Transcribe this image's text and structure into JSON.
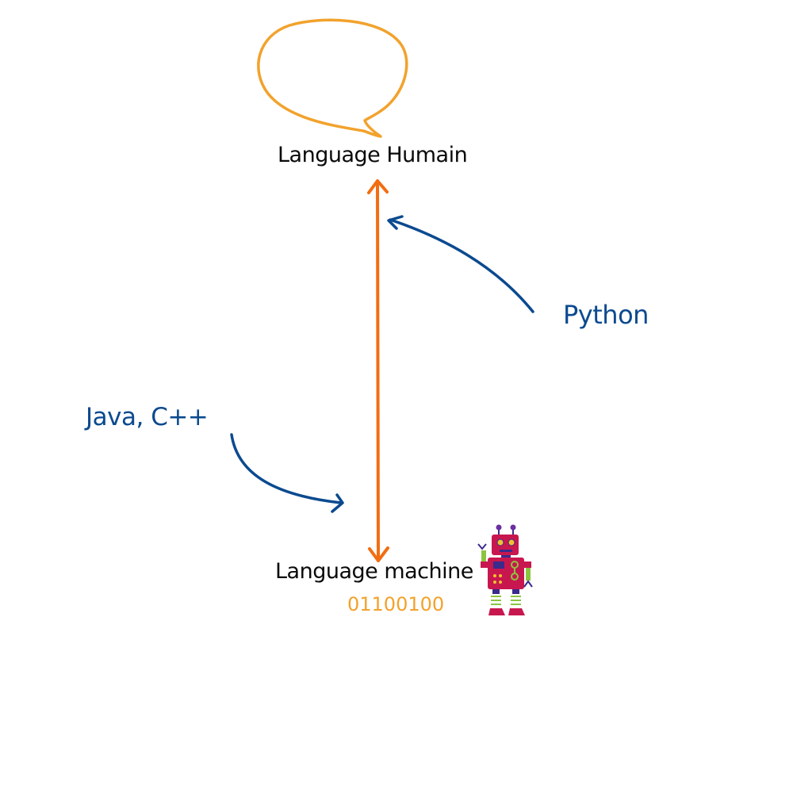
{
  "labels": {
    "human_language": "Language Humain",
    "machine_language": "Language machine",
    "binary": "01100100",
    "high_level": "Python",
    "mid_level": "Java, C++"
  },
  "colors": {
    "text": "#0a0a0a",
    "blue": "#0b4a8f",
    "orange_arrow": "#f26d12",
    "bubble": "#f2a22c",
    "binary": "#f2a22c",
    "robot_body": "#c8174f",
    "robot_accent": "#3a2b8c",
    "robot_detail": "#8bc53f"
  },
  "icons": [
    "speech-bubble-icon",
    "robot-icon"
  ]
}
